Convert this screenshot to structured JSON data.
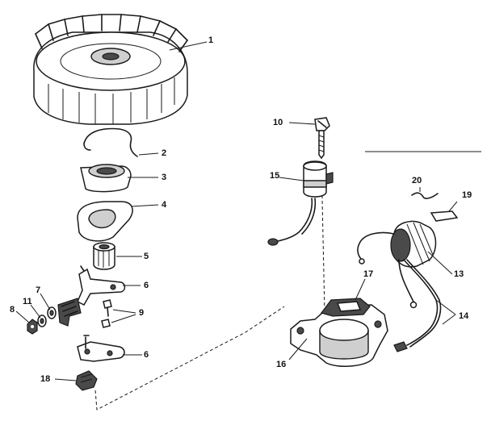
{
  "labels": {
    "p1": "1",
    "p2": "2",
    "p3": "3",
    "p4": "4",
    "p5": "5",
    "p6a": "6",
    "p6b": "6",
    "p7": "7",
    "p8": "8",
    "p9": "9",
    "p10": "10",
    "p11": "11",
    "p13": "13",
    "p14": "14",
    "p15": "15",
    "p16": "16",
    "p17": "17",
    "p18": "18",
    "p19": "19",
    "p20": "20"
  },
  "colors": {
    "ink": "#1a1a1a",
    "background": "#ffffff"
  }
}
